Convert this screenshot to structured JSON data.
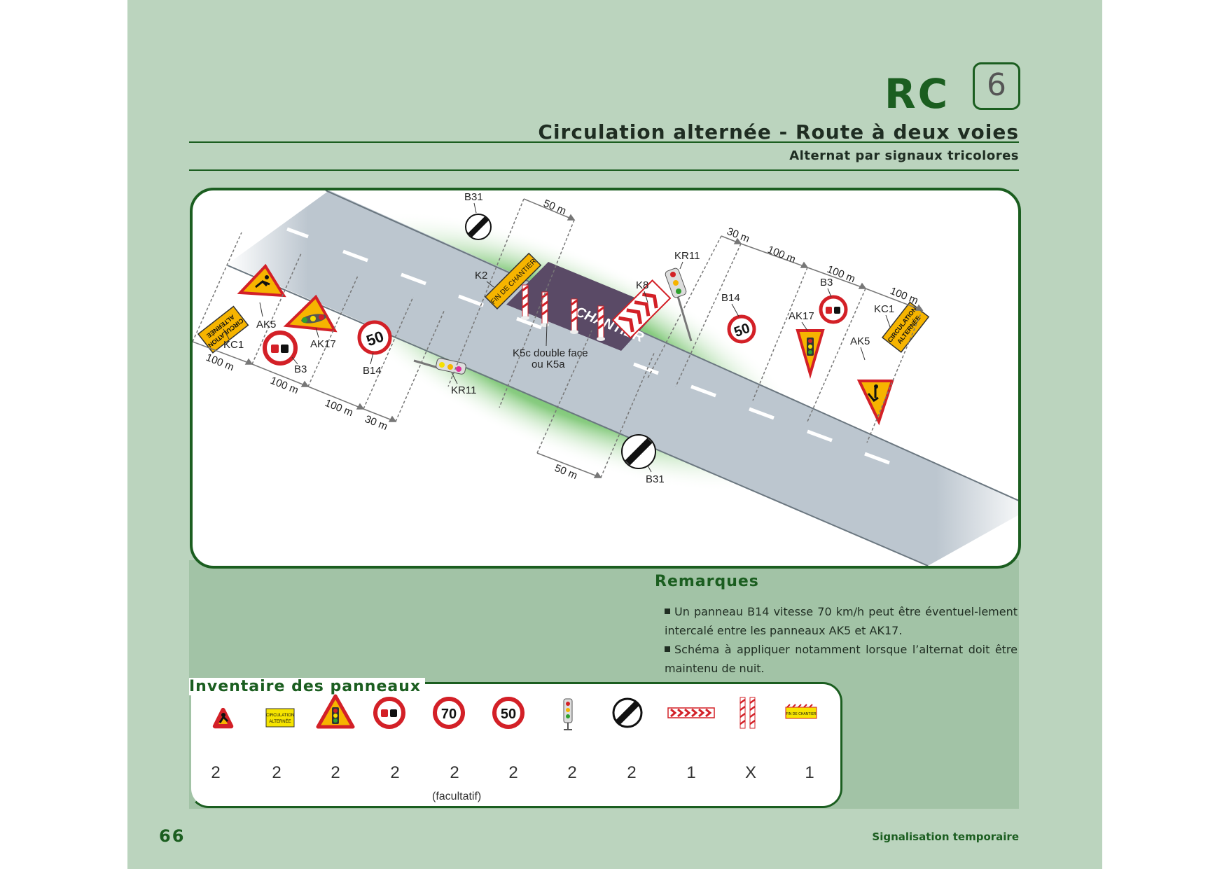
{
  "header": {
    "code": "RC",
    "number": "6",
    "title": "Circulation alternée - Route à deux voies",
    "subtitle": "Alternat par signaux tricolores"
  },
  "diagram": {
    "labels": {
      "b31_top": "B31",
      "b31_bottom": "B31",
      "k2": "K2",
      "k8": "K8",
      "kr11_right": "KR11",
      "kr11_left": "KR11",
      "b14_right": "B14",
      "b14_left": "B14",
      "b3_right": "B3",
      "b3_left": "B3",
      "ak17_right": "AK17",
      "ak17_left": "AK17",
      "kc1_right": "KC1",
      "kc1_left": "KC1",
      "ak5_right": "AK5",
      "ak5_left": "AK5",
      "k5c_line1": "K5c double face",
      "k5c_line2": "ou K5a"
    },
    "distances": {
      "d50_top": "50 m",
      "d30_right": "30 m",
      "d100_r1": "100 m",
      "d100_r2": "100 m",
      "d100_r3": "100 m",
      "d100_l1": "100 m",
      "d100_l2": "100 m",
      "d100_l3": "100 m",
      "d30_left": "30 m",
      "d50_bottom": "50 m"
    },
    "sign_text": {
      "chantier": "CHANTIER",
      "fin_de_chantier": "FIN DE CHANTIER",
      "circulation": "CIRCULATION",
      "alternee": "ALTERNÉE",
      "speed_50": "50"
    }
  },
  "remarks": {
    "title": "Remarques",
    "items": [
      "Un panneau B14 vitesse 70 km/h peut être éventuel-lement intercalé entre les panneaux AK5 et AK17.",
      "Schéma à appliquer notamment lorsque l’alternat doit être maintenu de nuit."
    ]
  },
  "inventory": {
    "title": "Inventaire des panneaux",
    "items": [
      {
        "icon": "ak5-roadworks-icon",
        "count": "2"
      },
      {
        "icon": "kc1-circulation-alternee-icon",
        "count": "2",
        "text": "CIRCULATION ALTERNÉE"
      },
      {
        "icon": "ak17-traffic-light-warning-icon",
        "count": "2"
      },
      {
        "icon": "b3-no-overtaking-icon",
        "count": "2"
      },
      {
        "icon": "b14-speed-70-icon",
        "count": "2",
        "text": "70"
      },
      {
        "icon": "b14-speed-50-icon",
        "count": "2",
        "text": "50"
      },
      {
        "icon": "kr11-traffic-light-icon",
        "count": "2"
      },
      {
        "icon": "b31-end-of-restrictions-icon",
        "count": "2"
      },
      {
        "icon": "k8-chevron-barrier-icon",
        "count": "1"
      },
      {
        "icon": "k5c-cone-post-icon",
        "count": "X"
      },
      {
        "icon": "k2-fin-de-chantier-icon",
        "count": "1",
        "text": "FIN DE CHANTIER"
      }
    ],
    "note": "(facultatif)"
  },
  "footer": {
    "page_number": "66",
    "text": "Signalisation temporaire"
  },
  "colors": {
    "page_bg": "#bbd4be",
    "band_bg": "#a2c3a6",
    "accent_green": "#1b5e20",
    "road": "#bcc6cf",
    "sign_red": "#d32027",
    "sign_yellow": "#f6b400"
  }
}
